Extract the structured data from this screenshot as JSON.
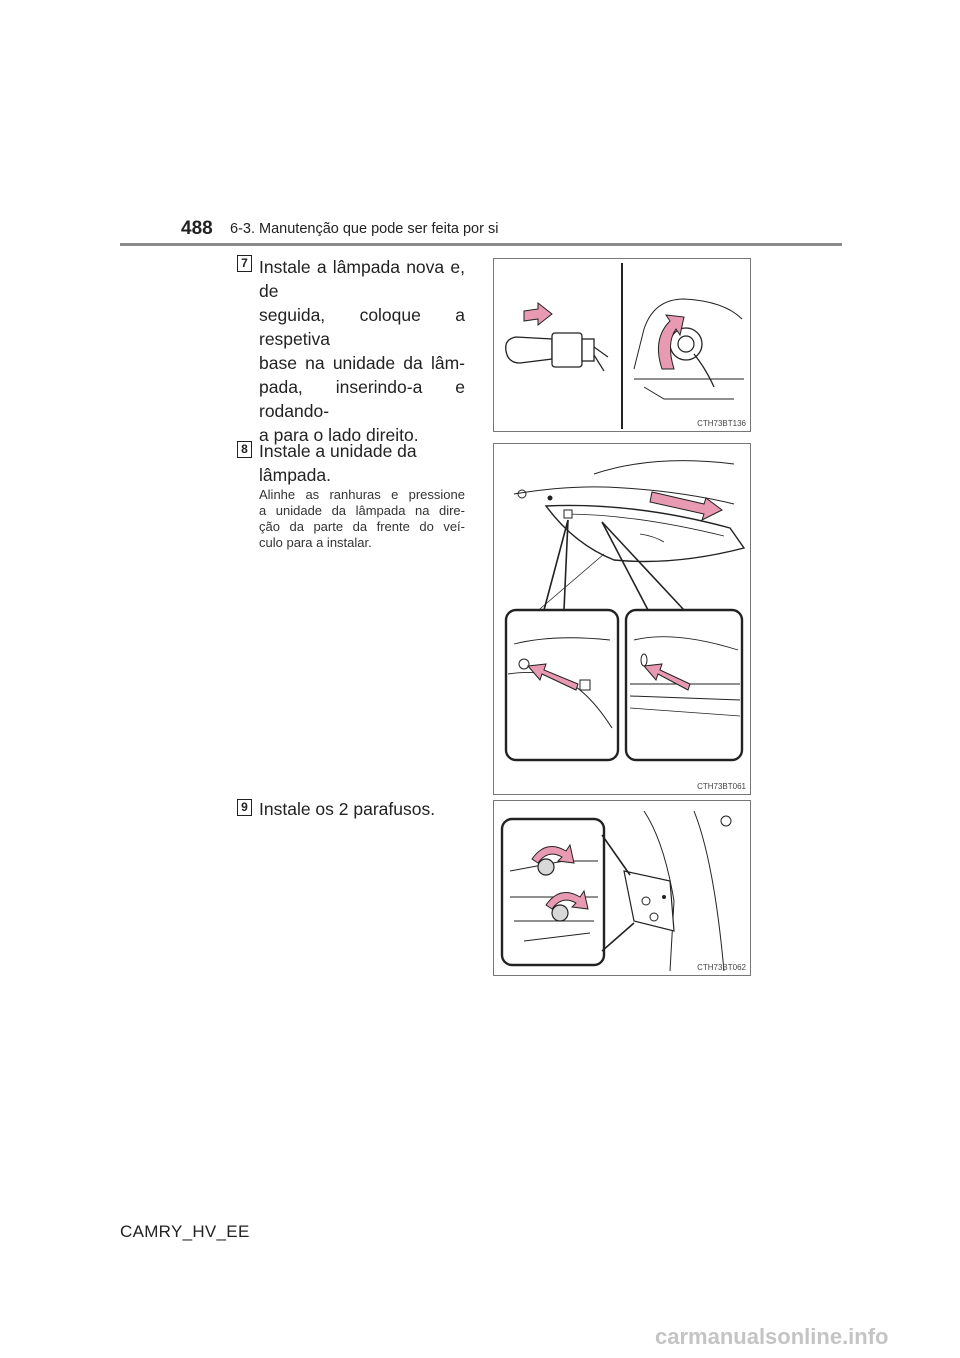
{
  "header": {
    "page_number": "488",
    "section_title": "6-3. Manutenção que pode ser feita por si"
  },
  "steps": [
    {
      "number": "7",
      "text": "Instale a lâmpada nova e, de seguida, coloque a respetiva base na unidade da lâmpada, inserindo-a e rodando-a para o lado direito.",
      "lines": [
        "Instale a lâmpada nova e, de",
        "seguida, coloque a respetiva",
        "base na unidade da lâm-",
        "pada, inserindo-a e rodando-",
        "a para o lado direito."
      ],
      "figure_code": "CTH73BT136"
    },
    {
      "number": "8",
      "lines": [
        "Instale a unidade da",
        "lâmpada."
      ],
      "note_lines": [
        "Alinhe as ranhuras e pressione",
        "a unidade da lâmpada na dire-",
        "ção da parte da frente do veí-",
        "culo para a instalar."
      ],
      "figure_code": "CTH73BT061"
    },
    {
      "number": "9",
      "lines": [
        "Instale os 2 parafusos."
      ],
      "figure_code": "CTH73BT062"
    }
  ],
  "footer": {
    "model_code": "CAMRY_HV_EE",
    "watermark": "carmanualsonline.info"
  },
  "colors": {
    "arrow_pink": "#e79ab1",
    "line_art": "#2a2a2a",
    "rule_gray": "#8a8a8a"
  }
}
